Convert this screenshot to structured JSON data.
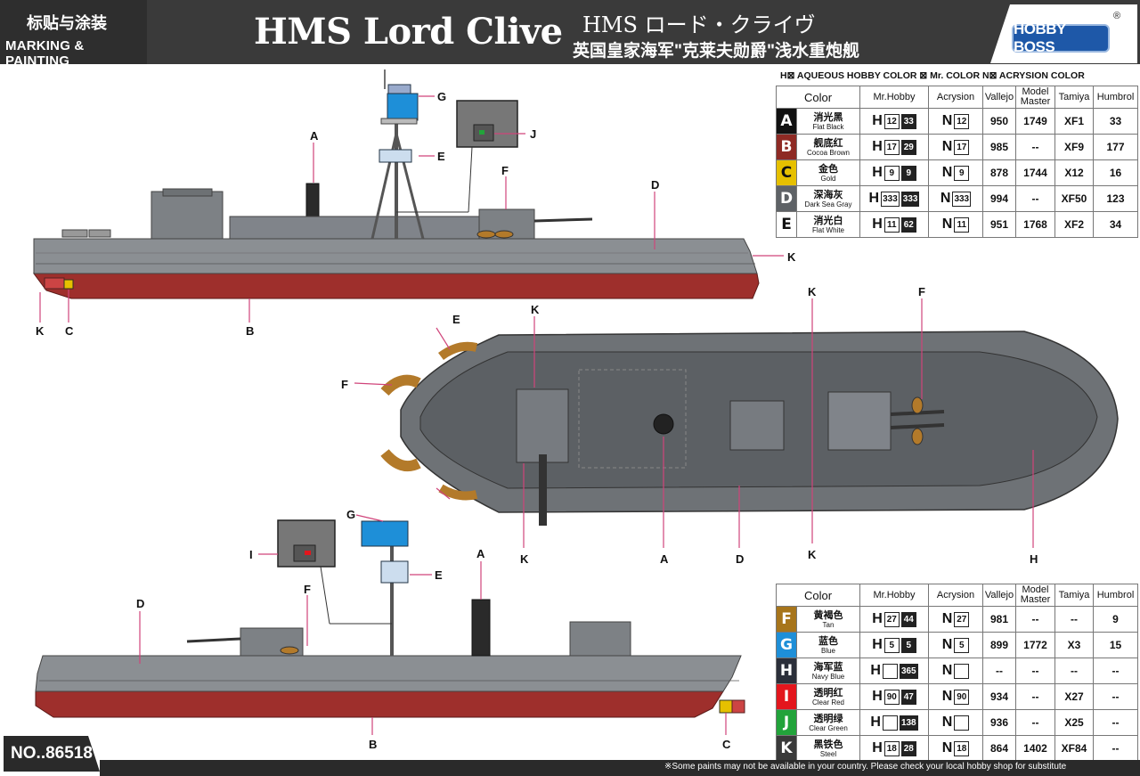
{
  "header": {
    "cn_small": "标贴与涂装",
    "marking_painting": "MARKING & PAINTING",
    "title": "HMS Lord Clive",
    "jp_title": "HMS ロード・クライヴ",
    "cn_title": "英国皇家海军\"克莱夫勋爵\"浅水重炮舰",
    "logo": "HOBBY BOSS",
    "reg": "®"
  },
  "legend": "H⊠ AQUEOUS HOBBY COLOR   ⊠ Mr. COLOR  N⊠ ACRYSION COLOR",
  "columns": [
    "Color",
    "Mr.Hobby",
    "Acrysion",
    "Vallejo",
    "Model Master",
    "Tamiya",
    "Humbrol"
  ],
  "table1": [
    {
      "letter": "A",
      "zh": "消光黑",
      "en": "Flat Black",
      "swatch": "#111111",
      "h": "12",
      "hm": "33",
      "n": "12",
      "vallejo": "950",
      "mm": "1749",
      "tamiya": "XF1",
      "humbrol": "33"
    },
    {
      "letter": "B",
      "zh": "舰底红",
      "en": "Cocoa Brown",
      "swatch": "#8e2a24",
      "h": "17",
      "hm": "29",
      "n": "17",
      "vallejo": "985",
      "mm": "--",
      "tamiya": "XF9",
      "humbrol": "177"
    },
    {
      "letter": "C",
      "zh": "金色",
      "en": "Gold",
      "swatch": "#e6c000",
      "h": "9",
      "hm": "9",
      "n": "9",
      "vallejo": "878",
      "mm": "1744",
      "tamiya": "X12",
      "humbrol": "16"
    },
    {
      "letter": "D",
      "zh": "深海灰",
      "en": "Dark Sea Gray",
      "swatch": "#5e6266",
      "h": "333",
      "hm": "333",
      "n": "333",
      "vallejo": "994",
      "mm": "--",
      "tamiya": "XF50",
      "humbrol": "123"
    },
    {
      "letter": "E",
      "zh": "消光白",
      "en": "Flat White",
      "swatch": "#ffffff",
      "h": "11",
      "hm": "62",
      "n": "11",
      "vallejo": "951",
      "mm": "1768",
      "tamiya": "XF2",
      "humbrol": "34"
    }
  ],
  "table2": [
    {
      "letter": "F",
      "zh": "黄褐色",
      "en": "Tan",
      "swatch": "#a7751b",
      "h": "27",
      "hm": "44",
      "n": "27",
      "vallejo": "981",
      "mm": "--",
      "tamiya": "--",
      "humbrol": "9"
    },
    {
      "letter": "G",
      "zh": "蓝色",
      "en": "Blue",
      "swatch": "#1e8fd8",
      "h": "5",
      "hm": "5",
      "n": "5",
      "vallejo": "899",
      "mm": "1772",
      "tamiya": "X3",
      "humbrol": "15"
    },
    {
      "letter": "H",
      "zh": "海军蓝",
      "en": "Navy Blue",
      "swatch": "#2b2f3a",
      "h": "",
      "hm": "365",
      "n": "",
      "vallejo": "--",
      "mm": "--",
      "tamiya": "--",
      "humbrol": "--"
    },
    {
      "letter": "I",
      "zh": "透明红",
      "en": "Clear Red",
      "swatch": "#e3161d",
      "h": "90",
      "hm": "47",
      "n": "90",
      "vallejo": "934",
      "mm": "--",
      "tamiya": "X27",
      "humbrol": "--"
    },
    {
      "letter": "J",
      "zh": "透明绿",
      "en": "Clear Green",
      "swatch": "#22a33a",
      "h": "",
      "hm": "138",
      "n": "",
      "vallejo": "936",
      "mm": "--",
      "tamiya": "X25",
      "humbrol": "--"
    },
    {
      "letter": "K",
      "zh": "黑铁色",
      "en": "Steel",
      "swatch": "#3a3a3a",
      "h": "18",
      "hm": "28",
      "n": "18",
      "vallejo": "864",
      "mm": "1402",
      "tamiya": "XF84",
      "humbrol": "--"
    }
  ],
  "labels": {
    "A": "A",
    "B": "B",
    "C": "C",
    "D": "D",
    "E": "E",
    "F": "F",
    "G": "G",
    "H": "H",
    "I": "I",
    "J": "J",
    "K": "K"
  },
  "product_no": "NO..86518",
  "note": "※Some paints may not be available in your country. Please check your local hobby shop for substitute"
}
